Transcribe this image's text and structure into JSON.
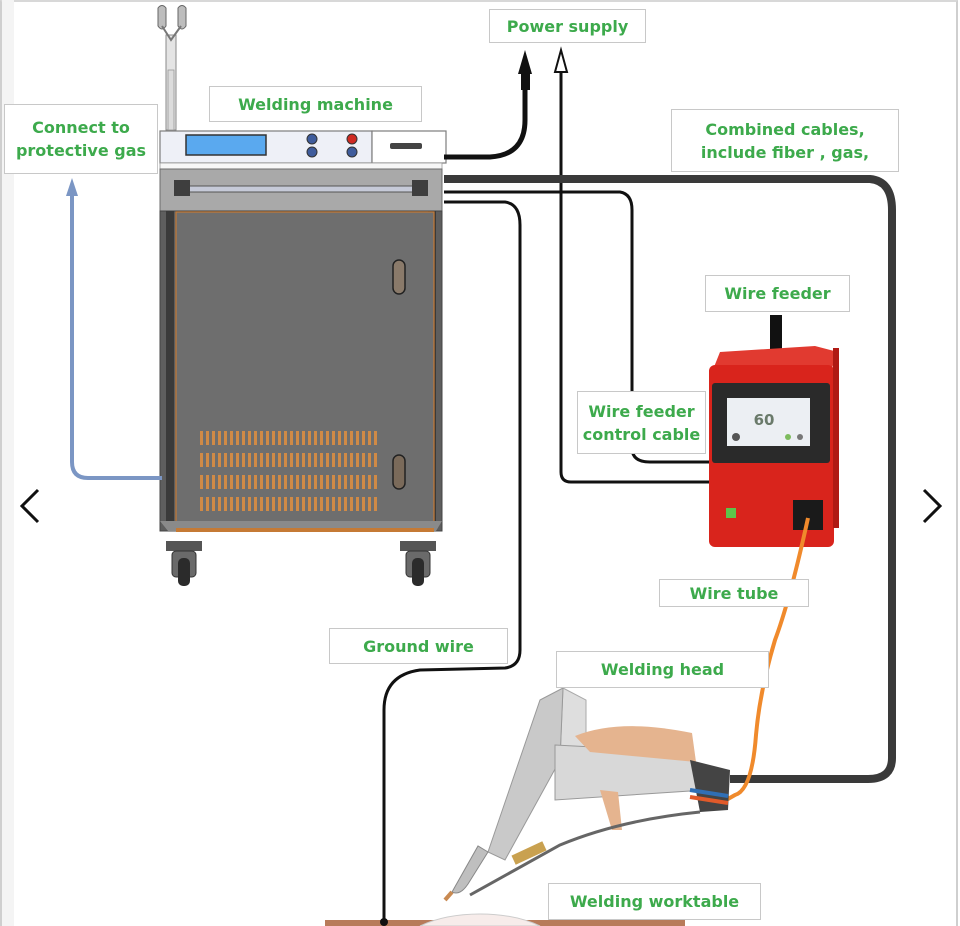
{
  "diagram": {
    "title": "Handheld laser welding machine connection diagram",
    "labels": {
      "power_supply": "Power supply",
      "welding_machine": "Welding machine",
      "connect_gas_line1": "Connect to",
      "connect_gas_line2": "protective gas",
      "combined_cables_line1": "Combined cables,",
      "combined_cables_line2": "include fiber , gas,",
      "wire_feeder": "Wire feeder",
      "wire_feeder_control_line1": "Wire feeder",
      "wire_feeder_control_line2": "control cable",
      "wire_tube": "Wire tube",
      "ground_wire": "Ground wire",
      "welding_head": "Welding head",
      "welding_worktable": "Welding worktable"
    },
    "wire_feeder_display": {
      "value": "60"
    },
    "colors": {
      "label_text": "#3daa4c",
      "gas_line": "#7b96c4",
      "cable": "#111111",
      "combined_cable": "#3a3a3a",
      "wire_tube": "#f08a2c",
      "feeder_body": "#d9241c",
      "cabinet": "#6e6e6e",
      "worktable": "#b87b5a"
    }
  },
  "carousel": {
    "prev_icon": "chevron-left-icon",
    "next_icon": "chevron-right-icon"
  }
}
